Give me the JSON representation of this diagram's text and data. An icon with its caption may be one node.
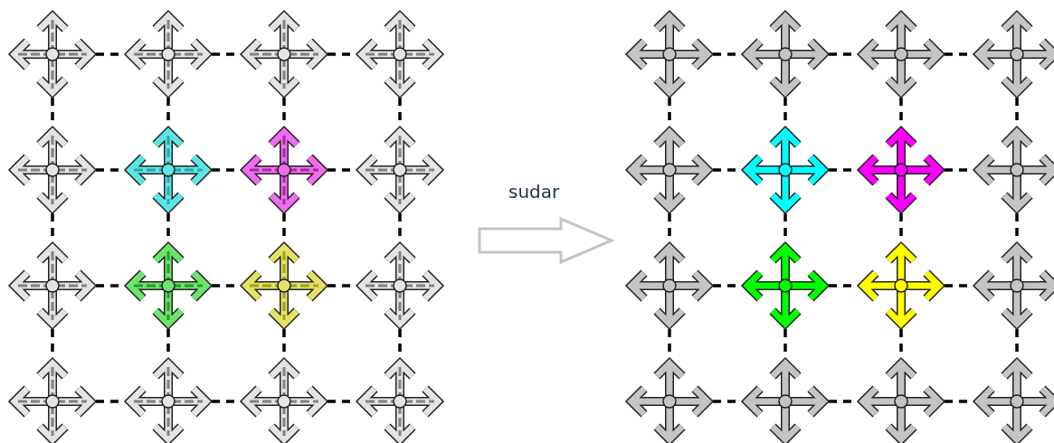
{
  "diagram": {
    "nodes": [
      {
        "text": [],
        "shape": "cross"
      },
      {
        "text": [],
        "shape": "cross"
      },
      {
        "text": [],
        "shape": "cross"
      },
      {
        "text": [],
        "shape": "cross"
      },
      {
        "text": [],
        "shape": "cross"
      },
      {
        "text": [],
        "shape": "cross"
      },
      {
        "text": [],
        "shape": "cross"
      },
      {
        "text": [],
        "shape": "cross"
      },
      {
        "text": [],
        "shape": "cross"
      },
      {
        "text": [],
        "shape": "cross"
      },
      {
        "text": [],
        "shape": "cross"
      },
      {
        "text": [],
        "shape": "cross"
      },
      {
        "text": [],
        "shape": "cross"
      },
      {
        "text": [],
        "shape": "cross"
      },
      {
        "text": [],
        "shape": "cross"
      },
      {
        "text": [],
        "shape": "cross"
      },
      {
        "text": [],
        "shape": "cross"
      },
      {
        "text": [],
        "shape": "cross"
      },
      {
        "text": [],
        "shape": "cross"
      },
      {
        "text": [],
        "shape": "cross"
      },
      {
        "text": [],
        "shape": "cross"
      },
      {
        "text": [],
        "shape": "cross"
      },
      {
        "text": [],
        "shape": "cross"
      },
      {
        "text": [],
        "shape": "cross"
      },
      {
        "text": [],
        "shape": "cross"
      },
      {
        "text": [],
        "shape": "cross"
      },
      {
        "text": [],
        "shape": "cross"
      },
      {
        "text": [],
        "shape": "cross"
      },
      {
        "text": [],
        "shape": "cross"
      },
      {
        "text": [],
        "shape": "cross"
      },
      {
        "text": [],
        "shape": "cross"
      },
      {
        "text": [],
        "shape": "cross"
      }
    ],
    "edges": [
      {
        "from": 0,
        "to": 1,
        "arrow": "none",
        "style": "dashed"
      },
      {
        "from": 1,
        "to": 2,
        "arrow": "none",
        "style": "dashed"
      },
      {
        "from": 2,
        "to": 3,
        "arrow": "none",
        "style": "dashed"
      },
      {
        "from": 4,
        "to": 5,
        "arrow": "none",
        "style": "dashed"
      },
      {
        "from": 5,
        "to": 6,
        "arrow": "none",
        "style": "dashed"
      },
      {
        "from": 6,
        "to": 7,
        "arrow": "none",
        "style": "dashed"
      },
      {
        "from": 8,
        "to": 9,
        "arrow": "none",
        "style": "dashed"
      },
      {
        "from": 9,
        "to": 10,
        "arrow": "none",
        "style": "dashed"
      },
      {
        "from": 10,
        "to": 11,
        "arrow": "none",
        "style": "dashed"
      },
      {
        "from": 12,
        "to": 13,
        "arrow": "none",
        "style": "dashed"
      },
      {
        "from": 13,
        "to": 14,
        "arrow": "none",
        "style": "dashed"
      },
      {
        "from": 14,
        "to": 15,
        "arrow": "none",
        "style": "dashed"
      },
      {
        "from": 0,
        "to": 4,
        "arrow": "none",
        "style": "dashed"
      },
      {
        "from": 4,
        "to": 8,
        "arrow": "none",
        "style": "dashed"
      },
      {
        "from": 8,
        "to": 12,
        "arrow": "none",
        "style": "dashed"
      },
      {
        "from": 1,
        "to": 5,
        "arrow": "none",
        "style": "dashed"
      },
      {
        "from": 5,
        "to": 9,
        "arrow": "none",
        "style": "dashed"
      },
      {
        "from": 9,
        "to": 13,
        "arrow": "none",
        "style": "dashed"
      },
      {
        "from": 2,
        "to": 6,
        "arrow": "none",
        "style": "dashed"
      },
      {
        "from": 6,
        "to": 10,
        "arrow": "none",
        "style": "dashed"
      },
      {
        "from": 10,
        "to": 14,
        "arrow": "none",
        "style": "dashed"
      },
      {
        "from": 3,
        "to": 7,
        "arrow": "none",
        "style": "dashed"
      },
      {
        "from": 7,
        "to": 11,
        "arrow": "none",
        "style": "dashed"
      },
      {
        "from": 11,
        "to": 15,
        "arrow": "none",
        "style": "dashed"
      },
      {
        "from": 16,
        "to": 17,
        "arrow": "none",
        "style": "dashed"
      },
      {
        "from": 17,
        "to": 18,
        "arrow": "none",
        "style": "dashed"
      },
      {
        "from": 18,
        "to": 19,
        "arrow": "none",
        "style": "dashed"
      },
      {
        "from": 20,
        "to": 21,
        "arrow": "none",
        "style": "dashed"
      },
      {
        "from": 21,
        "to": 22,
        "arrow": "none",
        "style": "dashed"
      },
      {
        "from": 22,
        "to": 23,
        "arrow": "none",
        "style": "dashed"
      },
      {
        "from": 24,
        "to": 25,
        "arrow": "none",
        "style": "dashed"
      },
      {
        "from": 25,
        "to": 26,
        "arrow": "none",
        "style": "dashed"
      },
      {
        "from": 26,
        "to": 27,
        "arrow": "none",
        "style": "dashed"
      },
      {
        "from": 28,
        "to": 29,
        "arrow": "none",
        "style": "dashed"
      },
      {
        "from": 29,
        "to": 30,
        "arrow": "none",
        "style": "dashed"
      },
      {
        "from": 30,
        "to": 31,
        "arrow": "none",
        "style": "dashed"
      },
      {
        "from": 16,
        "to": 20,
        "arrow": "none",
        "style": "dashed"
      },
      {
        "from": 20,
        "to": 24,
        "arrow": "none",
        "style": "dashed"
      },
      {
        "from": 24,
        "to": 28,
        "arrow": "none",
        "style": "dashed"
      },
      {
        "from": 17,
        "to": 21,
        "arrow": "none",
        "style": "dashed"
      },
      {
        "from": 21,
        "to": 25,
        "arrow": "none",
        "style": "dashed"
      },
      {
        "from": 25,
        "to": 29,
        "arrow": "none",
        "style": "dashed"
      },
      {
        "from": 18,
        "to": 22,
        "arrow": "none",
        "style": "dashed"
      },
      {
        "from": 22,
        "to": 26,
        "arrow": "none",
        "style": "dashed"
      },
      {
        "from": 26,
        "to": 30,
        "arrow": "none",
        "style": "dashed"
      },
      {
        "from": 19,
        "to": 23,
        "arrow": "none",
        "style": "dashed"
      },
      {
        "from": 23,
        "to": 27,
        "arrow": "none",
        "style": "dashed"
      },
      {
        "from": 27,
        "to": 31,
        "arrow": "none",
        "style": "dashed"
      }
    ],
    "labels": [
      "sudar"
    ]
  }
}
